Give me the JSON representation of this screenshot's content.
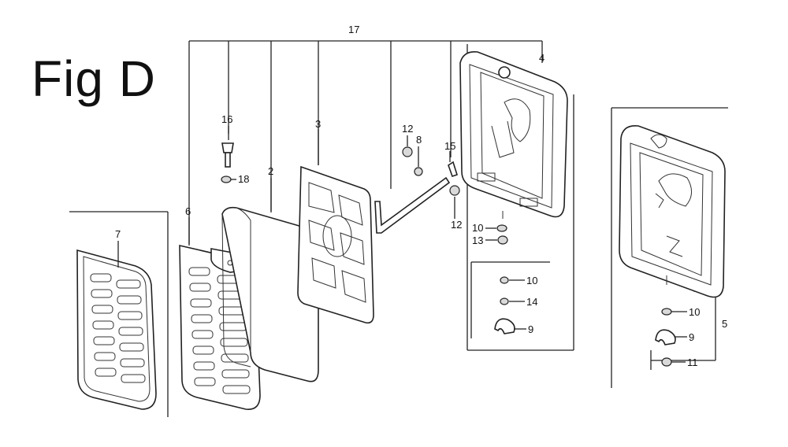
{
  "figure": {
    "title": "Fig D"
  },
  "callouts": {
    "c17": "17",
    "c4": "4",
    "c16": "16",
    "c18": "18",
    "c3": "3",
    "c2": "2",
    "c12a": "12",
    "c8": "8",
    "c15": "15",
    "c12b": "12",
    "c6": "6",
    "c7": "7",
    "c10a": "10",
    "c13": "13",
    "c10b": "10",
    "c14": "14",
    "c9a": "9",
    "c10c": "10",
    "c5": "5",
    "c9b": "9",
    "c11": "11"
  }
}
